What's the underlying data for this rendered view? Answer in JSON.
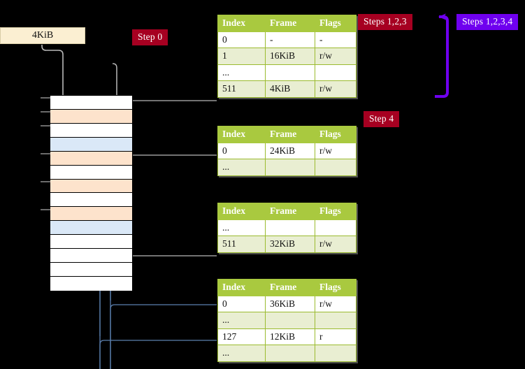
{
  "labels": {
    "mem_block": "4KiB",
    "step0": "Step 0",
    "steps123": "Steps 1,2,3",
    "steps1234": "Steps 1,2,3,4",
    "step4": "Step 4"
  },
  "colors": {
    "badge_red": "#a60021",
    "badge_purple": "#6f00ef",
    "table_header_green": "#a9c93f",
    "table_row_alt": "#e9eed2",
    "highlight_yellow": "#fbfbb0",
    "memory_block": "#fbefd2",
    "mem_orange": "#fde3cc",
    "mem_blue": "#dae8f7",
    "arrow_gray": "#b8b8b8",
    "arrow_blue": "#5b7fae"
  },
  "tables": [
    {
      "name": "level4-table",
      "columns": [
        "Index",
        "Frame",
        "Flags"
      ],
      "rows": [
        {
          "cells": [
            "0",
            "-",
            "-"
          ],
          "shade": "odd",
          "highlight": false
        },
        {
          "cells": [
            "1",
            "16KiB",
            "r/w"
          ],
          "shade": "even",
          "highlight": false
        },
        {
          "cells": [
            "...",
            "",
            ""
          ],
          "shade": "odd",
          "highlight": false
        },
        {
          "cells": [
            "511",
            "4KiB",
            "r/w"
          ],
          "shade": "even",
          "highlight": true
        }
      ]
    },
    {
      "name": "level3-table",
      "columns": [
        "Index",
        "Frame",
        "Flags"
      ],
      "rows": [
        {
          "cells": [
            "0",
            "24KiB",
            "r/w"
          ],
          "shade": "odd",
          "highlight": false
        },
        {
          "cells": [
            "...",
            "",
            ""
          ],
          "shade": "even",
          "highlight": false
        }
      ]
    },
    {
      "name": "level2-table",
      "columns": [
        "Index",
        "Frame",
        "Flags"
      ],
      "rows": [
        {
          "cells": [
            "...",
            "",
            ""
          ],
          "shade": "odd",
          "highlight": false
        },
        {
          "cells": [
            "511",
            "32KiB",
            "r/w"
          ],
          "shade": "even",
          "highlight": false
        }
      ]
    },
    {
      "name": "level1-table",
      "columns": [
        "Index",
        "Frame",
        "Flags"
      ],
      "rows": [
        {
          "cells": [
            "0",
            "36KiB",
            "r/w"
          ],
          "shade": "odd",
          "highlight": false
        },
        {
          "cells": [
            "...",
            "",
            ""
          ],
          "shade": "even",
          "highlight": false
        },
        {
          "cells": [
            "127",
            "12KiB",
            "r"
          ],
          "shade": "odd",
          "highlight": false
        },
        {
          "cells": [
            "...",
            "",
            ""
          ],
          "shade": "even",
          "highlight": false
        }
      ]
    }
  ],
  "memory_column": {
    "name": "physical-memory-column",
    "rows": [
      {
        "shade": "white"
      },
      {
        "shade": "orange"
      },
      {
        "shade": "white"
      },
      {
        "shade": "blue"
      },
      {
        "shade": "orange"
      },
      {
        "shade": "white"
      },
      {
        "shade": "orange"
      },
      {
        "shade": "white"
      },
      {
        "shade": "orange"
      },
      {
        "shade": "blue"
      },
      {
        "shade": "white"
      },
      {
        "shade": "white"
      },
      {
        "shade": "white"
      },
      {
        "shade": "white"
      }
    ]
  }
}
